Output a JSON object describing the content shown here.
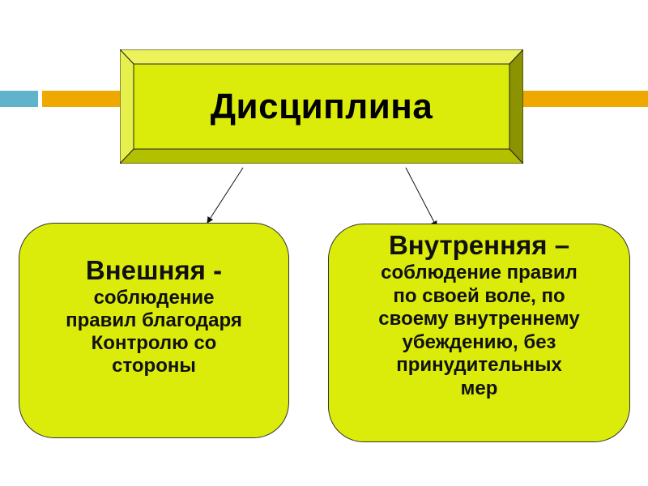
{
  "colors": {
    "accent_blue": "#5fb4cc",
    "accent_orange": "#eea800",
    "box_fill": "#dcec0a",
    "bevel_face": "#dcec0a",
    "bevel_light": "#ecf25a",
    "bevel_dark": "#a8b800",
    "bevel_shadow": "#8b9400"
  },
  "diagram": {
    "title": "Дисциплина",
    "nodes": [
      {
        "heading": "Внешняя -",
        "body": "соблюдение\nправил благодаря\nКонтролю со\nстороны"
      },
      {
        "heading": "Внутренняя –",
        "body": "соблюдение правил\nпо своей воле, по\nсвоему внутреннему\nубеждению, без\nпринудительных\nмер"
      }
    ],
    "edges": [
      {
        "from": "title",
        "to": "nodes.0"
      },
      {
        "from": "title",
        "to": "nodes.1"
      }
    ]
  }
}
